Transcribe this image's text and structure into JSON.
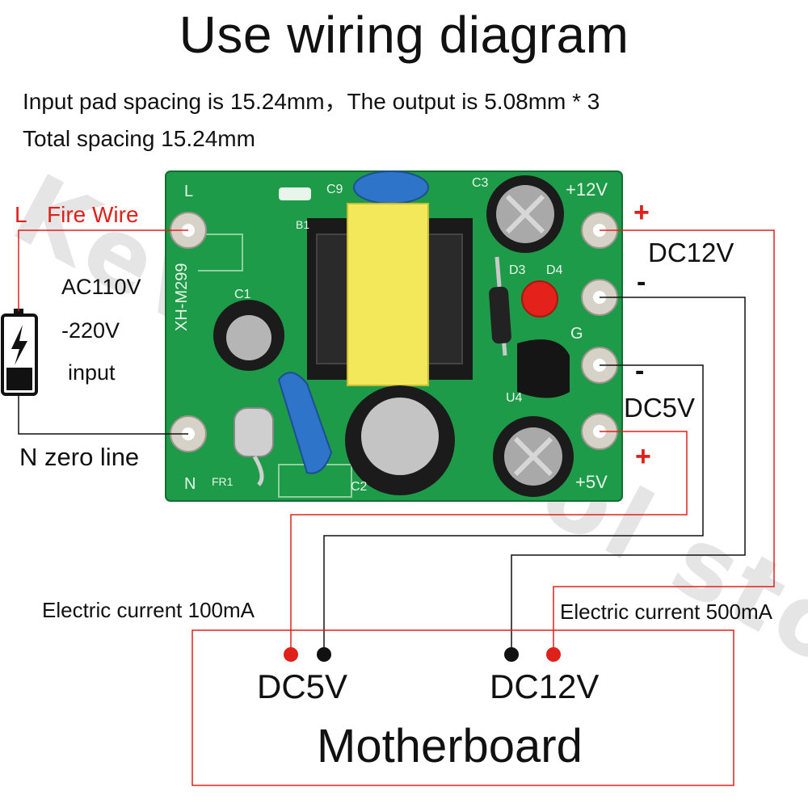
{
  "title": "Use wiring diagram",
  "spec_line_1": "Input pad spacing is 15.24mm，The output is 5.08mm * 3",
  "spec_line_2": "Total spacing 15.24mm",
  "input": {
    "fire_l": "L",
    "fire_label": "Fire Wire",
    "voltage_1": "AC110V",
    "voltage_2": "-220V",
    "voltage_3": "input",
    "zero_label": "N zero line"
  },
  "outputs": {
    "dc12v_label": "DC12V",
    "dc5v_label": "DC5V",
    "plus": "+",
    "minus": "-"
  },
  "board": {
    "model": "XH-M299",
    "pad_L": "L",
    "pad_N": "N",
    "pad_12v": "+12V",
    "pad_G": "G",
    "pad_5v": "+5V",
    "c1": "C1",
    "c2": "C2",
    "c3": "C3",
    "c9": "C9",
    "d3": "D3",
    "d4": "D4",
    "u4": "U4",
    "fr1": "FR1",
    "b1": "B1"
  },
  "currents": {
    "left": "Electric current 100mA",
    "right": "Electric current 500mA"
  },
  "motherboard": {
    "dc5v": "DC5V",
    "dc12v": "DC12V",
    "title": "Motherboard"
  },
  "watermark": "Kevin's cool store",
  "colors": {
    "pcb": "#1e9b48",
    "wire_red": "#e0201b",
    "wire_black": "#111111",
    "transformer": "#f2e85a"
  }
}
